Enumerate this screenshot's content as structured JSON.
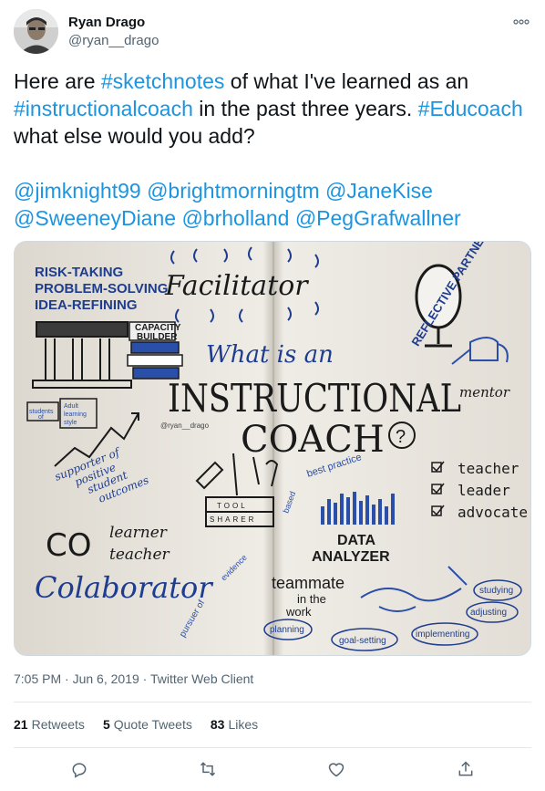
{
  "author": {
    "name": "Ryan Drago",
    "handle": "@ryan__drago"
  },
  "more_icon": "more-icon",
  "tweet": {
    "segments": [
      {
        "text": "Here are ",
        "link": false
      },
      {
        "text": "#sketchnotes",
        "link": true
      },
      {
        "text": " of what I've learned as an\n",
        "link": false
      },
      {
        "text": "#instructionalcoach",
        "link": true
      },
      {
        "text": " in the past three years. ",
        "link": false
      },
      {
        "text": "#Educoach",
        "link": true
      },
      {
        "text": "\nwhat else would you add?\n\n",
        "link": false
      },
      {
        "text": "@jimknight99",
        "link": true
      },
      {
        "text": " ",
        "link": false
      },
      {
        "text": "@brightmorningtm",
        "link": true
      },
      {
        "text": " ",
        "link": false
      },
      {
        "text": "@JaneKise",
        "link": true
      },
      {
        "text": "\n",
        "link": false
      },
      {
        "text": "@SweeneyDiane",
        "link": true
      },
      {
        "text": " ",
        "link": false
      },
      {
        "text": "@brholland",
        "link": true
      },
      {
        "text": " ",
        "link": false
      },
      {
        "text": "@PegGrafwallner",
        "link": true
      }
    ]
  },
  "sketch": {
    "risk": [
      "RISK-TAKING",
      "PROBLEM-SOLVING",
      "IDEA-REFINING"
    ],
    "facilitator": "Facilitator",
    "capacity": [
      "CAPACITY",
      "BUILDER"
    ],
    "what_is_an": "What is an",
    "instructional": "INSTRUCTIONAL",
    "coach": "COACH",
    "handle_small": "@ryan__drago",
    "mentor": "mentor",
    "reflective_partner": "REFLECTIVE PARTNER",
    "students": "students",
    "of": "of",
    "adult_learning": [
      "Adult",
      "learning",
      "style"
    ],
    "supporter": [
      "supporter of",
      "positive",
      "student",
      "outcomes"
    ],
    "tool": "TOOL",
    "sharer": "SHARER",
    "best_practice": "best practice",
    "based": "based",
    "evidence": "evidence",
    "pursuer_of": "pursuer of",
    "checklist": [
      "teacher",
      "leader",
      "advocate"
    ],
    "data_analyzer": [
      "DATA",
      "ANALYZER"
    ],
    "co": "CO",
    "learner": "learner",
    "teacher2": "teacher",
    "colaborator": "Colaborator",
    "teammate": "teammate",
    "in_the_work": [
      "in the",
      "work"
    ],
    "planning": "planning",
    "goal_setting": "goal-setting",
    "implementing": "implementing",
    "studying": "studying",
    "adjusting": "adjusting"
  },
  "meta": {
    "time": "7:05 PM",
    "sep1": "·",
    "date": "Jun 6, 2019",
    "sep2": "·",
    "client": "Twitter Web Client"
  },
  "stats": {
    "retweets_count": "21",
    "retweets_label": "Retweets",
    "quotes_count": "5",
    "quotes_label": "Quote Tweets",
    "likes_count": "83",
    "likes_label": "Likes"
  },
  "actions": [
    "reply-icon",
    "retweet-icon",
    "like-icon",
    "share-icon"
  ],
  "colors": {
    "link": "#1b95e0",
    "secondary": "#536471",
    "ink_blue": "#2a4fa8",
    "ink_black": "#1a1a1a"
  }
}
